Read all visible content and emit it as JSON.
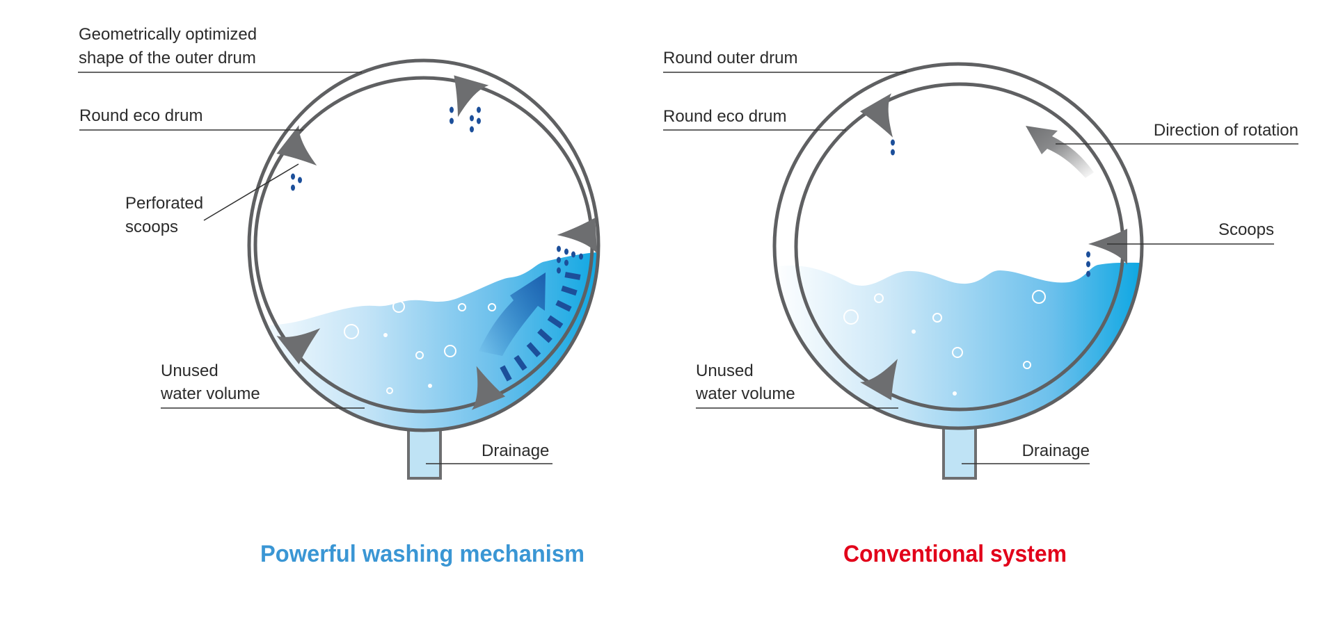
{
  "left_diagram": {
    "title": "Powerful washing mechanism",
    "title_color": "#3a96d4",
    "labels": {
      "outer_drum_line1": "Geometrically optimized",
      "outer_drum_line2": "shape of the outer drum",
      "eco_drum": "Round eco drum",
      "scoops_line1": "Perforated",
      "scoops_line2": "scoops",
      "unused_line1": "Unused",
      "unused_line2": "water volume",
      "drainage": "Drainage"
    }
  },
  "right_diagram": {
    "title": "Conventional system",
    "title_color": "#e2001a",
    "labels": {
      "outer_drum": "Round outer drum",
      "eco_drum": "Round eco drum",
      "rotation": "Direction of rotation",
      "scoops": "Scoops",
      "unused_line1": "Unused",
      "unused_line2": "water volume",
      "drainage": "Drainage"
    }
  },
  "colors": {
    "drum": "#5f6062",
    "scoop": "#6d6e70",
    "water_light": "#eef7fd",
    "water_dark": "#0aa6e2",
    "drops": "#1c4f9a"
  }
}
